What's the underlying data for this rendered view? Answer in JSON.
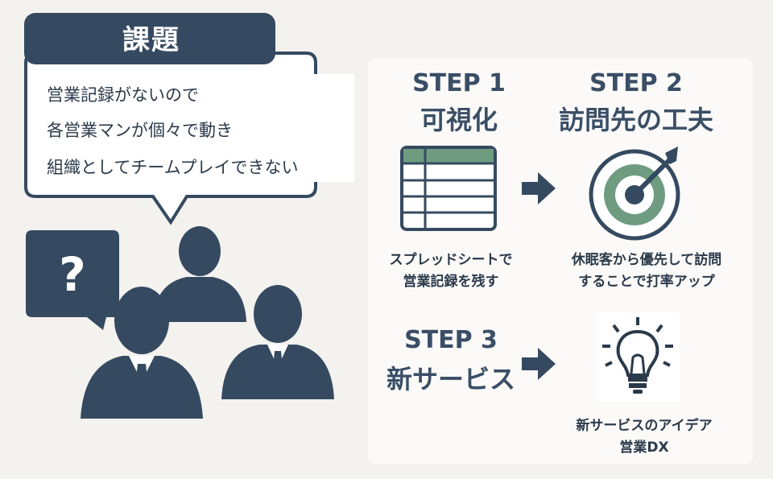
{
  "issue": {
    "title": "課題",
    "lines": [
      "営業記録がないので",
      "各営業マンが個々で動き",
      "組織としてチームプレイできない"
    ]
  },
  "question_mark": "?",
  "steps": [
    {
      "title": "STEP 1",
      "subtitle": "可視化",
      "icon": "spreadsheet-icon",
      "description": [
        "スプレッドシートで",
        "営業記録を残す"
      ]
    },
    {
      "title": "STEP 2",
      "subtitle": "訪問先の工夫",
      "icon": "target-icon",
      "description": [
        "休眠客から優先して訪問",
        "することで打率アップ"
      ]
    },
    {
      "title": "STEP 3",
      "subtitle": "新サービス",
      "icon": "lightbulb-icon",
      "description": [
        "新サービスのアイデア",
        "営業DX"
      ]
    }
  ],
  "colors": {
    "navy": "#354a60",
    "green": "#6f9c80",
    "background": "#f4f2ef"
  }
}
